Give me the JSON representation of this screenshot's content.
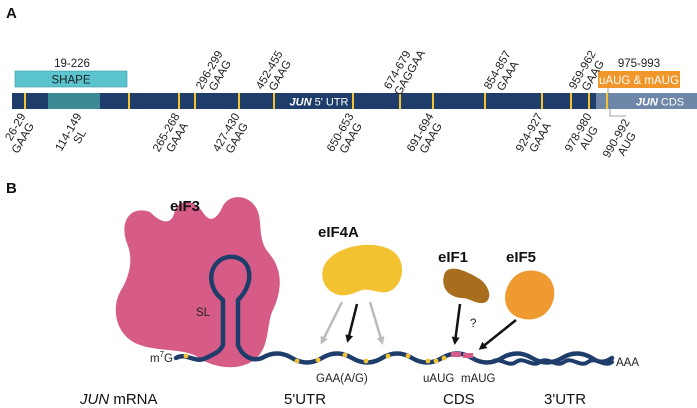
{
  "panel_a": {
    "label": "A",
    "shape": {
      "range": "19-226",
      "label": "SHAPE"
    },
    "utr": {
      "gene": "JUN",
      "rest": " 5' UTR"
    },
    "cds": {
      "gene": "JUN",
      "rest": " CDS"
    },
    "uaug_box": {
      "range": "975-993",
      "label": "uAUG & mAUG"
    },
    "top_sites": [
      {
        "pos": "296-299",
        "seq": "GAAG"
      },
      {
        "pos": "452-455",
        "seq": "GAAG"
      },
      {
        "pos": "674-679",
        "seq": "GAGGAA"
      },
      {
        "pos": "854-857",
        "seq": "GAAA"
      },
      {
        "pos": "959-962",
        "seq": "GAAG"
      }
    ],
    "bottom_sites": [
      {
        "pos": "26-29",
        "seq": "GAAG"
      },
      {
        "pos": "114-149",
        "seq": "SL"
      },
      {
        "pos": "265-268",
        "seq": "GAAA"
      },
      {
        "pos": "427-430",
        "seq": "GAAG"
      },
      {
        "pos": "650-653",
        "seq": "GAAG"
      },
      {
        "pos": "691-694",
        "seq": "GAAG"
      },
      {
        "pos": "924-927",
        "seq": "GAAA"
      },
      {
        "pos": "978-980",
        "seq": "AUG"
      },
      {
        "pos": "990-992",
        "seq": "AUG"
      }
    ]
  },
  "panel_b": {
    "label": "B",
    "eif3": "eIF3",
    "eif4a": "eIF4A",
    "eif1": "eIF1",
    "eif5": "eIF5",
    "sl": "SL",
    "cap_m": "m",
    "cap_sup": "7",
    "cap_g": "G",
    "question": "?",
    "gaa_motif": "GAA(A/G)",
    "uaug": "uAUG",
    "maug": "mAUG",
    "poly_a": "AAA",
    "mrna_gene": "JUN",
    "mrna_rest": " mRNA",
    "utr5": "5'UTR",
    "cds": "CDS",
    "utr3": "3'UTR"
  },
  "colors": {
    "bar": "#1f3d6b",
    "shape": "#5bc4cf",
    "motif": "#f2c230",
    "uaug_box": "#f0962a",
    "cds_box": "#6e86a8",
    "eif3": "#d65c87",
    "eif4a": "#f2c230",
    "eif1": "#a86e1e",
    "eif5": "#ef9a30"
  }
}
